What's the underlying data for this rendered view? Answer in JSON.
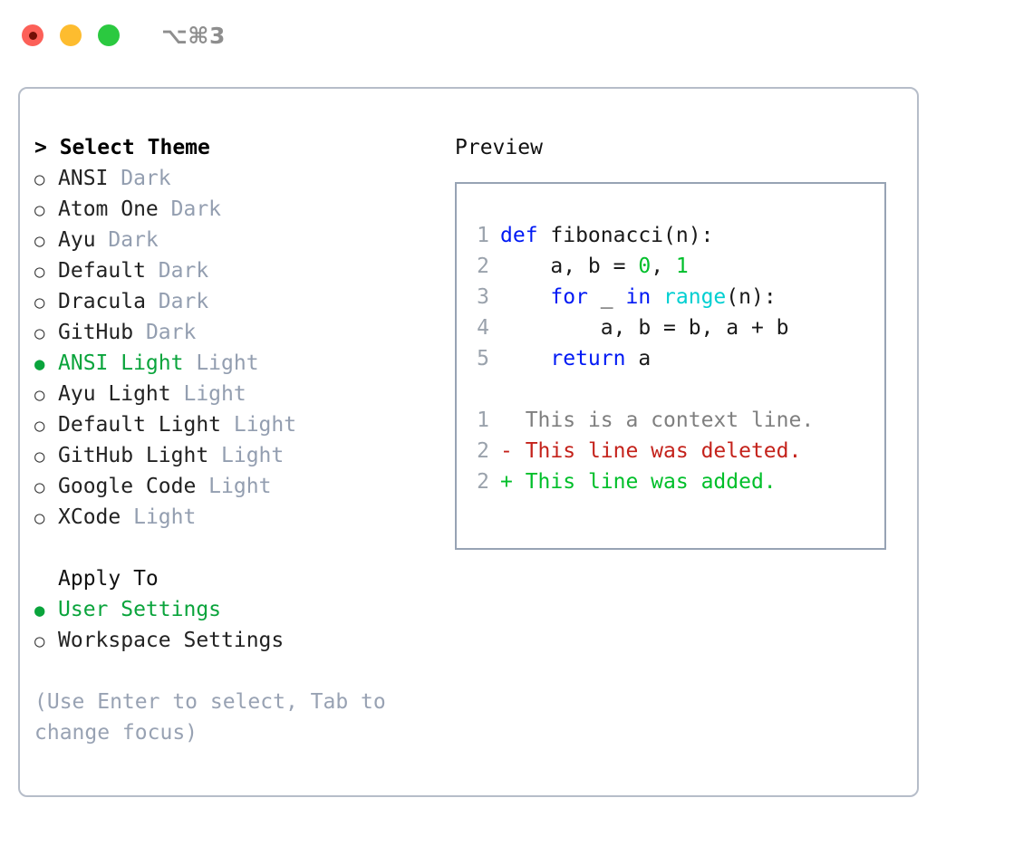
{
  "titlebar": {
    "shortcut": "⌥⌘3",
    "dots": [
      {
        "name": "close",
        "color": "#fc6058"
      },
      {
        "name": "minimize",
        "color": "#fdbc2f"
      },
      {
        "name": "maximize",
        "color": "#2bc940"
      }
    ]
  },
  "theme_section": {
    "header": "> Select Theme",
    "items": [
      {
        "marker": "○",
        "label": "ANSI",
        "badge": "Dark",
        "selected": false
      },
      {
        "marker": "○",
        "label": "Atom One",
        "badge": "Dark",
        "selected": false
      },
      {
        "marker": "○",
        "label": "Ayu",
        "badge": "Dark",
        "selected": false
      },
      {
        "marker": "○",
        "label": "Default",
        "badge": "Dark",
        "selected": false
      },
      {
        "marker": "○",
        "label": "Dracula",
        "badge": "Dark",
        "selected": false
      },
      {
        "marker": "○",
        "label": "GitHub",
        "badge": "Dark",
        "selected": false
      },
      {
        "marker": "●",
        "label": "ANSI Light",
        "badge": "Light",
        "selected": true
      },
      {
        "marker": "○",
        "label": "Ayu Light",
        "badge": "Light",
        "selected": false
      },
      {
        "marker": "○",
        "label": "Default Light",
        "badge": "Light",
        "selected": false
      },
      {
        "marker": "○",
        "label": "GitHub Light",
        "badge": "Light",
        "selected": false
      },
      {
        "marker": "○",
        "label": "Google Code",
        "badge": "Light",
        "selected": false
      },
      {
        "marker": "○",
        "label": "XCode",
        "badge": "Light",
        "selected": false
      }
    ]
  },
  "apply_section": {
    "header": "Apply To",
    "items": [
      {
        "marker": "●",
        "label": "User Settings",
        "selected": true
      },
      {
        "marker": "○",
        "label": "Workspace Settings",
        "selected": false
      }
    ]
  },
  "hint": "(Use Enter to select, Tab to change focus)",
  "preview": {
    "title": "Preview",
    "code_lines": [
      {
        "no": "1",
        "tokens": [
          {
            "t": "def",
            "c": "kw"
          },
          {
            "t": " fibonacci(n):",
            "c": "plain"
          }
        ]
      },
      {
        "no": "2",
        "tokens": [
          {
            "t": "    a, b = ",
            "c": "plain"
          },
          {
            "t": "0",
            "c": "num"
          },
          {
            "t": ", ",
            "c": "plain"
          },
          {
            "t": "1",
            "c": "num"
          }
        ]
      },
      {
        "no": "3",
        "tokens": [
          {
            "t": "    ",
            "c": "plain"
          },
          {
            "t": "for",
            "c": "kw"
          },
          {
            "t": " _ ",
            "c": "plain"
          },
          {
            "t": "in",
            "c": "kw"
          },
          {
            "t": " ",
            "c": "plain"
          },
          {
            "t": "range",
            "c": "fn"
          },
          {
            "t": "(n):",
            "c": "plain"
          }
        ]
      },
      {
        "no": "4",
        "tokens": [
          {
            "t": "        a, b = b, a + b",
            "c": "plain"
          }
        ]
      },
      {
        "no": "5",
        "tokens": [
          {
            "t": "    ",
            "c": "plain"
          },
          {
            "t": "return",
            "c": "kw"
          },
          {
            "t": " a",
            "c": "plain"
          }
        ]
      }
    ],
    "diff_lines": [
      {
        "no": "1",
        "sign": "  ",
        "text": "This is a context line.",
        "kind": "diff-ctx"
      },
      {
        "no": "2",
        "sign": "- ",
        "text": "This line was deleted.",
        "kind": "diff-del"
      },
      {
        "no": "2",
        "sign": "+ ",
        "text": "This line was added.",
        "kind": "diff-add"
      }
    ]
  },
  "colors": {
    "accent_green": "#0aa43c",
    "muted": "#939eb0",
    "keyword": "#0019f4",
    "number": "#00bf2a",
    "function": "#00cfd1",
    "diff_delete": "#c4221b",
    "diff_add": "#00bf2a",
    "border": "#b6bdc9"
  }
}
